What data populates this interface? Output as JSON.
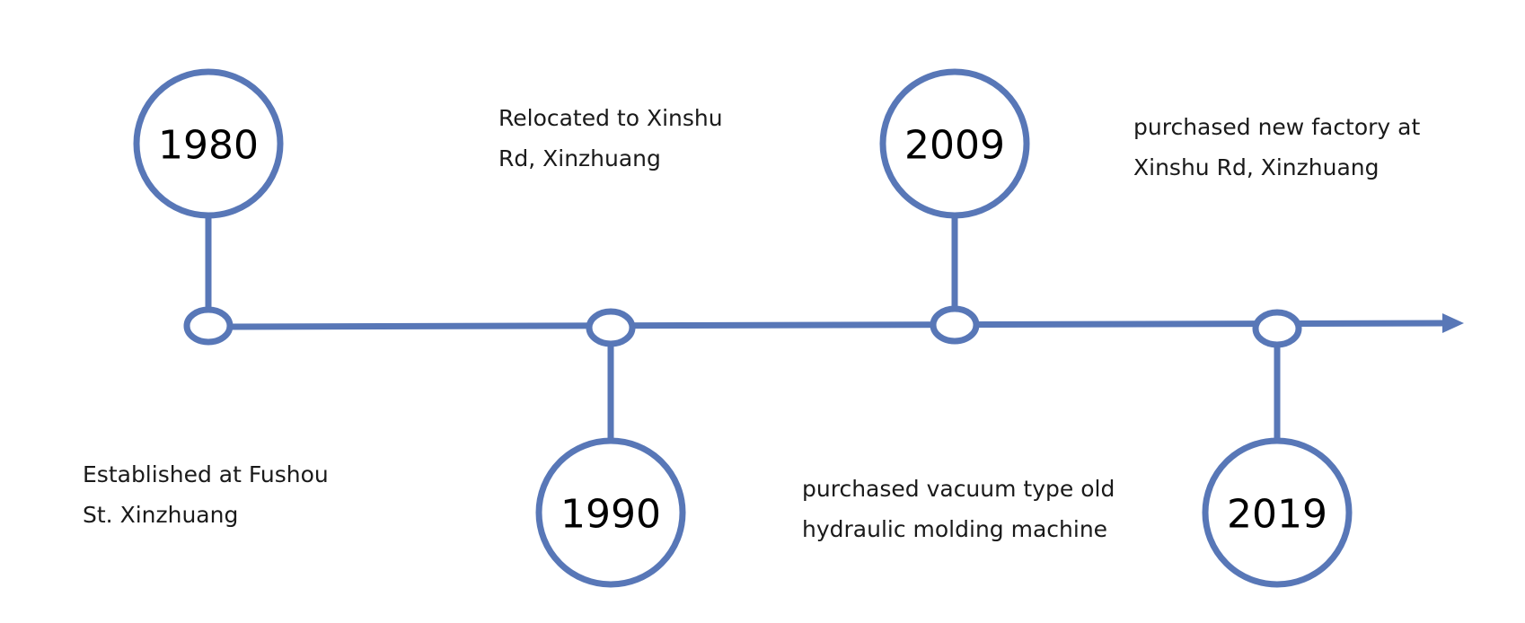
{
  "timeline": {
    "line_color": "#5877b7",
    "milestones": [
      {
        "year": "1980",
        "lines": [
          "Established at Fushou",
          "St. Xinzhuang"
        ]
      },
      {
        "year": "1990",
        "lines": [
          "Relocated to Xinshu",
          "Rd, Xinzhuang"
        ]
      },
      {
        "year": "2009",
        "lines": [
          "purchased vacuum type old",
          "hydraulic molding machine"
        ]
      },
      {
        "year": "2019",
        "lines": [
          "purchased new factory at",
          "Xinshu Rd, Xinzhuang"
        ]
      }
    ]
  }
}
